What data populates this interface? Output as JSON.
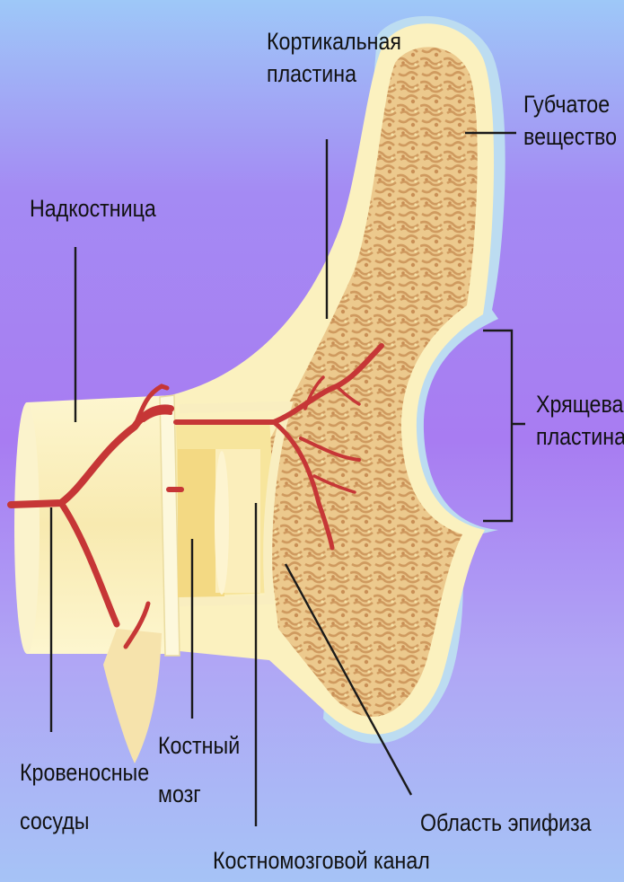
{
  "labels": {
    "cortical": [
      "Кортикальная",
      "пластина"
    ],
    "spongy": [
      "Губчатое",
      "вещество"
    ],
    "periosteum": [
      "Надкостница"
    ],
    "cartilage": [
      "Хрящевая",
      "пластина"
    ],
    "vessels": [
      "Кровеносные",
      "сосуды"
    ],
    "marrow": [
      "Костный",
      "мозг"
    ],
    "epiphysis": [
      "Область эпифиза"
    ],
    "canal": [
      "Костномозговой канал"
    ]
  },
  "colors": {
    "background_top": "#9cc9f7",
    "background_mid": "#a479f2",
    "background_bottom": "#a7c0f4",
    "bone_cream": "#fbf3bf",
    "spongy": "#e2b479",
    "vessel": "#c93a3a",
    "cartilage": "#b9dcf0",
    "leader": "#1a1a1a"
  }
}
